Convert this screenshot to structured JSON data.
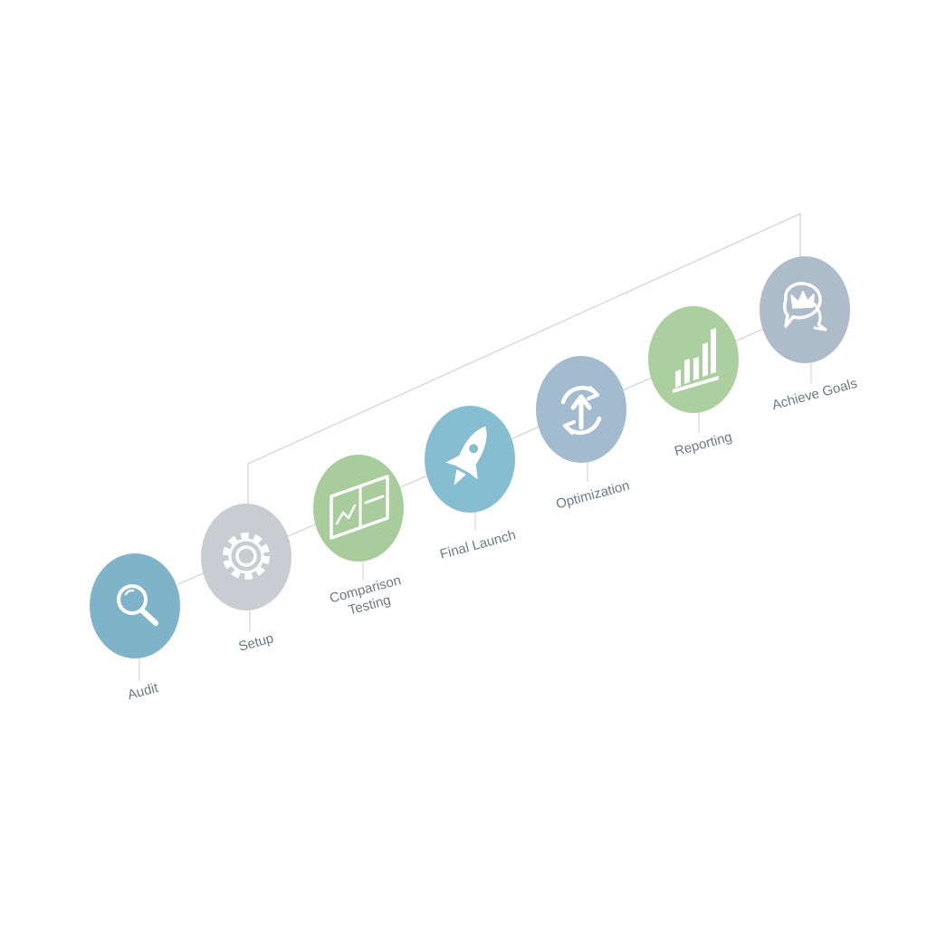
{
  "diagram": {
    "steps": [
      {
        "id": "audit",
        "label": "Audit",
        "icon": "magnifier-icon",
        "color": "#7fb3c9"
      },
      {
        "id": "setup",
        "label": "Setup",
        "icon": "gear-icon",
        "color": "#c9ccd0"
      },
      {
        "id": "comparison-testing",
        "label_lines": [
          "Comparison",
          "Testing"
        ],
        "icon": "comparison-chart-icon",
        "color": "#a8cc9c"
      },
      {
        "id": "final-launch",
        "label": "Final Launch",
        "icon": "rocket-icon",
        "color": "#87bdd1"
      },
      {
        "id": "optimization",
        "label": "Optimization",
        "icon": "refresh-arrows-icon",
        "color": "#a3bbcf"
      },
      {
        "id": "reporting",
        "label": "Reporting",
        "icon": "bar-chart-icon",
        "color": "#abcf9f"
      },
      {
        "id": "achieve-goals",
        "label": "Achieve Goals",
        "icon": "crown-speech-bubble-icon",
        "color": "#aebcca"
      }
    ],
    "colors": {
      "connector": "#d4d7db",
      "icon_stroke": "#ffffff",
      "label_text": "#707783"
    }
  }
}
